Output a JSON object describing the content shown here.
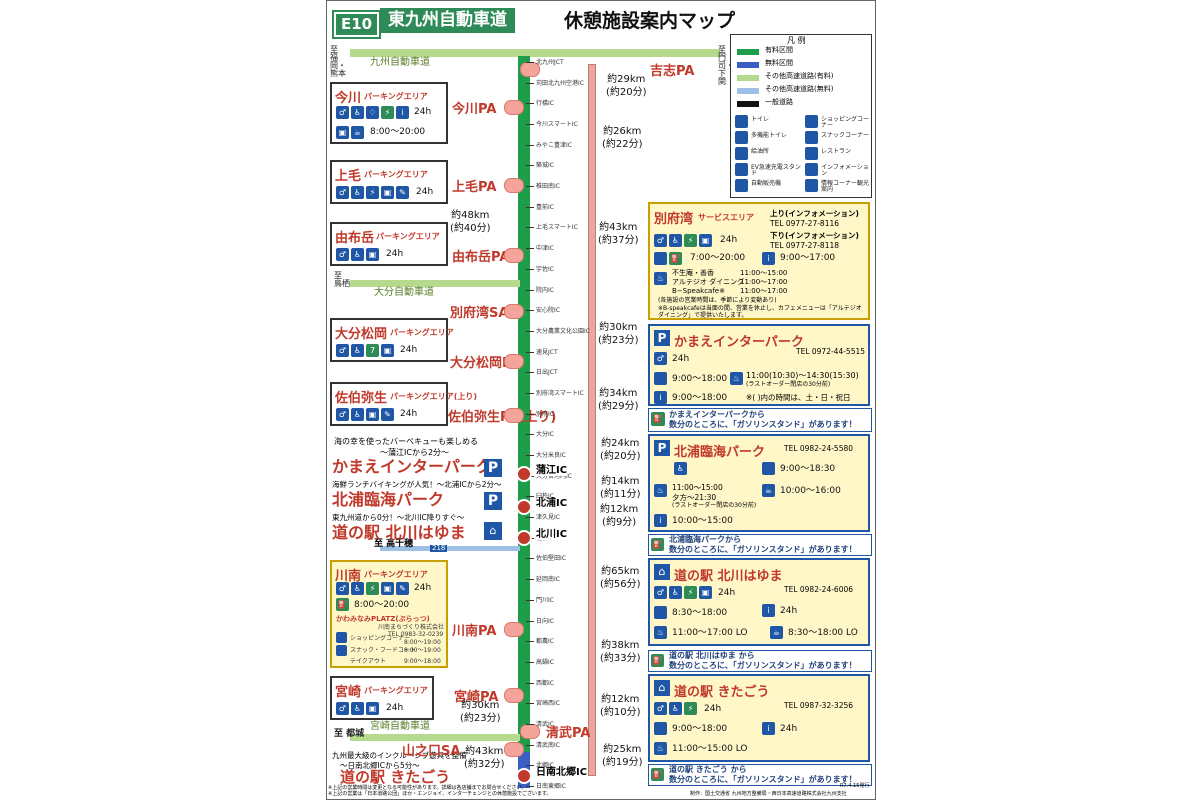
{
  "header": {
    "route_code": "E10",
    "route_name": "東九州自動車道",
    "map_title": "休憩施設案内マップ"
  },
  "legend": {
    "title": "凡 例",
    "lines": [
      "有料区間",
      "無料区間",
      "その他高速道路(有料)",
      "その他高速道路(無料)",
      "一般道路"
    ],
    "line_colors": [
      "#1f9e4a",
      "#3a5fc4",
      "#b5d98d",
      "#9fc0e6",
      "#111111"
    ],
    "facilities": [
      {
        "icon": "toilet-icon",
        "label": "トイレ"
      },
      {
        "icon": "shopping-icon",
        "label": "ショッピングコーナー"
      },
      {
        "icon": "multi-toilet-icon",
        "label": "多機能トイレ"
      },
      {
        "icon": "snack-icon",
        "label": "スナックコーナー"
      },
      {
        "icon": "fuel-icon",
        "label": "給油所"
      },
      {
        "icon": "restaurant-icon",
        "label": "レストラン"
      },
      {
        "icon": "ev-charger-icon",
        "label": "EV急速充電スタンド"
      },
      {
        "icon": "information-icon",
        "label": "インフォメーション"
      },
      {
        "icon": "vending-icon",
        "label": "自動販売機"
      },
      {
        "icon": "info-corner-icon",
        "label": "情報コーナー観光案内"
      }
    ]
  },
  "left_boxes": {
    "imagawa": {
      "name": "今川",
      "sub": "パーキングエリア",
      "hours_label": "24h",
      "shop_hours": "8:00〜20:00"
    },
    "kouge": {
      "name": "上毛",
      "sub": "パーキングエリア",
      "hours_label": "24h"
    },
    "yufudake": {
      "name": "由布岳",
      "sub": "パーキングエリア",
      "hours_label": "24h"
    },
    "oitamatsuoka": {
      "name": "大分松岡",
      "sub": "パーキングエリア",
      "hours_label": "24h"
    },
    "saikiyayoi": {
      "name": "佐伯弥生",
      "sub": "パーキングエリア(上り)",
      "hours_label": "24h"
    },
    "kawaminami": {
      "name": "川南",
      "sub": "パーキングエリア",
      "hours_label": "24h",
      "shop_hours": "8:00〜20:00",
      "platz_title": "かわみなみPLATZ(ぷらっつ)",
      "platz_company": "川南まちづくり株式会社",
      "platz_tel": "TEL 0983-32-0239",
      "platz_rows": [
        {
          "label": "ショッピングコーナー",
          "hours": "8:00〜19:00"
        },
        {
          "label": "スナック・フードコート",
          "hours": "8:00〜19:00"
        },
        {
          "label": "テイクアウト",
          "hours": "9:00〜18:00"
        }
      ]
    },
    "miyazaki": {
      "name": "宮崎",
      "sub": "パーキングエリア",
      "hours_label": "24h"
    }
  },
  "left_notes": {
    "bbq_note": "海の幸を使ったバーベキューも楽しめる",
    "bbq_sub": "〜蒲江ICから2分〜",
    "kamae_park": "かまえインターパーク",
    "lunch_note": "海鮮ランチバイキングが人気！〜北浦ICから2分〜",
    "kitaura_park": "北浦臨海パーク",
    "michi_note": "東九州道から0分！〜北川IC降りすぐ〜",
    "michi_kitagawa": "道の駅 北川はゆま",
    "inclusive_note": "九州最大級のインクルーシブ遊具を整備",
    "inclusive_sub": "〜日南北郷ICから5分〜",
    "michi_kitagou": "道の駅 きたごう"
  },
  "roads": {
    "top_left_dir": "至 福岡・熊本",
    "kyushu_expwy": "九州自動車道",
    "top_right_dir": "至 門司・下関",
    "yufu_dir": "至 鳥栖",
    "oita_expwy": "大分自動車道",
    "takachiho_dir": "至 高千穂",
    "route218": "218",
    "miyakonojo_dir": "至 都城",
    "miyazaki_expwy": "宮崎自動車道"
  },
  "route_pas": [
    {
      "name": "吉志PA"
    },
    {
      "name": "今川PA"
    },
    {
      "name": "上毛PA"
    },
    {
      "name": "由布岳PA"
    },
    {
      "name": "別府湾SA"
    },
    {
      "name": "大分松岡PA"
    },
    {
      "name": "佐伯弥生PA(上り)"
    },
    {
      "name": "川南PA"
    },
    {
      "name": "宮崎PA"
    },
    {
      "name": "清武PA"
    },
    {
      "name": "山之口SA"
    }
  ],
  "big_ics": [
    "蒲江IC",
    "北浦IC",
    "北川IC",
    "日南北郷IC"
  ],
  "interchanges": [
    "北九州JCT",
    "苅田北九州空港IC",
    "行橋IC",
    "今川スマートIC",
    "みやこ豊津IC",
    "築城IC",
    "椎田南IC",
    "豊前IC",
    "上毛スマートIC",
    "中津IC",
    "宇佐IC",
    "院内IC",
    "安心院IC",
    "大分農業文化公園IC",
    "速見JCT",
    "日出JCT",
    "別府湾スマートIC",
    "別府IC",
    "大分IC",
    "大分米良IC",
    "大分宮河内IC",
    "臼杵IC",
    "津久見IC",
    "佐伯IC",
    "佐伯堅田IC",
    "延岡南IC",
    "門川IC",
    "日向IC",
    "都農IC",
    "高鍋IC",
    "西都IC",
    "宮崎西IC",
    "清武IC",
    "清武南IC",
    "北郷IC",
    "日南東郷IC"
  ],
  "distances": [
    {
      "km": "約29km",
      "min": "(約20分)"
    },
    {
      "km": "約26km",
      "min": "(約22分)"
    },
    {
      "km": "約43km",
      "min": "(約37分)"
    },
    {
      "km": "約48km",
      "min": "(約40分)"
    },
    {
      "km": "約30km",
      "min": "(約23分)"
    },
    {
      "km": "約34km",
      "min": "(約29分)"
    },
    {
      "km": "約24km",
      "min": "(約20分)"
    },
    {
      "km": "約14km",
      "min": "(約11分)"
    },
    {
      "km": "約12km",
      "min": "(約9分)"
    },
    {
      "km": "約65km",
      "min": "(約56分)"
    },
    {
      "km": "約38km",
      "min": "(約33分)"
    },
    {
      "km": "約12km",
      "min": "(約10分)"
    },
    {
      "km": "約30km",
      "min": "(約23分)"
    },
    {
      "km": "約43km",
      "min": "(約32分)"
    },
    {
      "km": "約25km",
      "min": "(約19分)"
    }
  ],
  "right_boxes": {
    "beppu": {
      "name": "別府湾",
      "sub": "サービスエリア",
      "up": "上り(インフォメーション)",
      "up_tel": "TEL 0977-27-8116",
      "down": "下り(インフォメーション)",
      "down_tel": "TEL 0977-27-8118",
      "hours_label": "24h",
      "shop_hours": "7:00〜20:00",
      "info_hours": "9:00〜17:00",
      "rest_rows": [
        {
          "name": "不生庵・善香",
          "hours": "11:00〜15:00"
        },
        {
          "name": "アルテジオ ダイニング",
          "hours": "11:00〜17:00"
        },
        {
          "name": "B−Speakcafe※",
          "hours": "11:00〜17:00"
        }
      ],
      "note1": "(各施設の営業時間は、季節により変動あり)",
      "note2": "※B-speakcafeは当面の間、営業を休止し、カフェメニューは「アルテジオダイニング」で提供いたします。"
    },
    "kamae": {
      "name": "かまえインターパーク",
      "tel": "TEL 0972-44-5515",
      "hours_label": "24h",
      "shop_hours": "9:00〜18:00",
      "rest_hours": "11:00(10:30)〜14:30(15:30)",
      "rest_note": "(ラストオーダー閉店の30分前)",
      "info_hours": "9:00〜18:00",
      "holiday_note": "※( )内の時間は、土・日・祝日",
      "gas_banner1": "かまえインターパークから",
      "gas_banner2": "数分のところに、「ガソリンスタンド」があります！"
    },
    "kitaura": {
      "name": "北浦臨海パーク",
      "tel": "TEL 0982-24-5580",
      "shop_hours": "9:00〜18:30",
      "rest_hours": "11:00〜15:00",
      "rest_hours2": "夕方〜21:30",
      "rest_note": "(ラストオーダー閉店の30分前)",
      "snack_hours": "10:00〜16:00",
      "info_hours": "10:00〜15:00",
      "gas_banner1": "北浦臨海パークから",
      "gas_banner2": "数分のところに、「ガソリンスタンド」があります！"
    },
    "hayuma": {
      "name": "道の駅 北川はゆま",
      "tel": "TEL 0982-24-6006",
      "hours_label": "24h",
      "shop_hours": "8:30〜18:00",
      "info_hours": "24h",
      "rest_hours": "11:00〜17:00 LO",
      "snack_hours": "8:30〜18:00 LO",
      "gas_banner1": "道の駅 北川はゆま から",
      "gas_banner2": "数分のところに、「ガソリンスタンド」があります！"
    },
    "kitagou": {
      "name": "道の駅 きたごう",
      "tel": "TEL 0987-32-3256",
      "hours_label": "24h",
      "shop_hours": "9:00〜18:00",
      "info_hours": "24h",
      "rest_hours": "11:00〜15:00 LO",
      "gas_banner1": "道の駅 きたごう から",
      "gas_banner2": "数分のところに、「ガソリンスタンド」があります！"
    }
  },
  "footer": {
    "note1": "※上記の営業時間は変更となる可能性があります。詳細は各店舗までお問合せください。",
    "note2": "※上記の営業は「日本道路公団」ほか・エンジョイ、インターチェンジとの休憩施設でございます。",
    "date": "R7.4.15発行",
    "publisher": "制作：国土交通省 九州地方整備局・西日本高速道路株式会社九州支社"
  }
}
